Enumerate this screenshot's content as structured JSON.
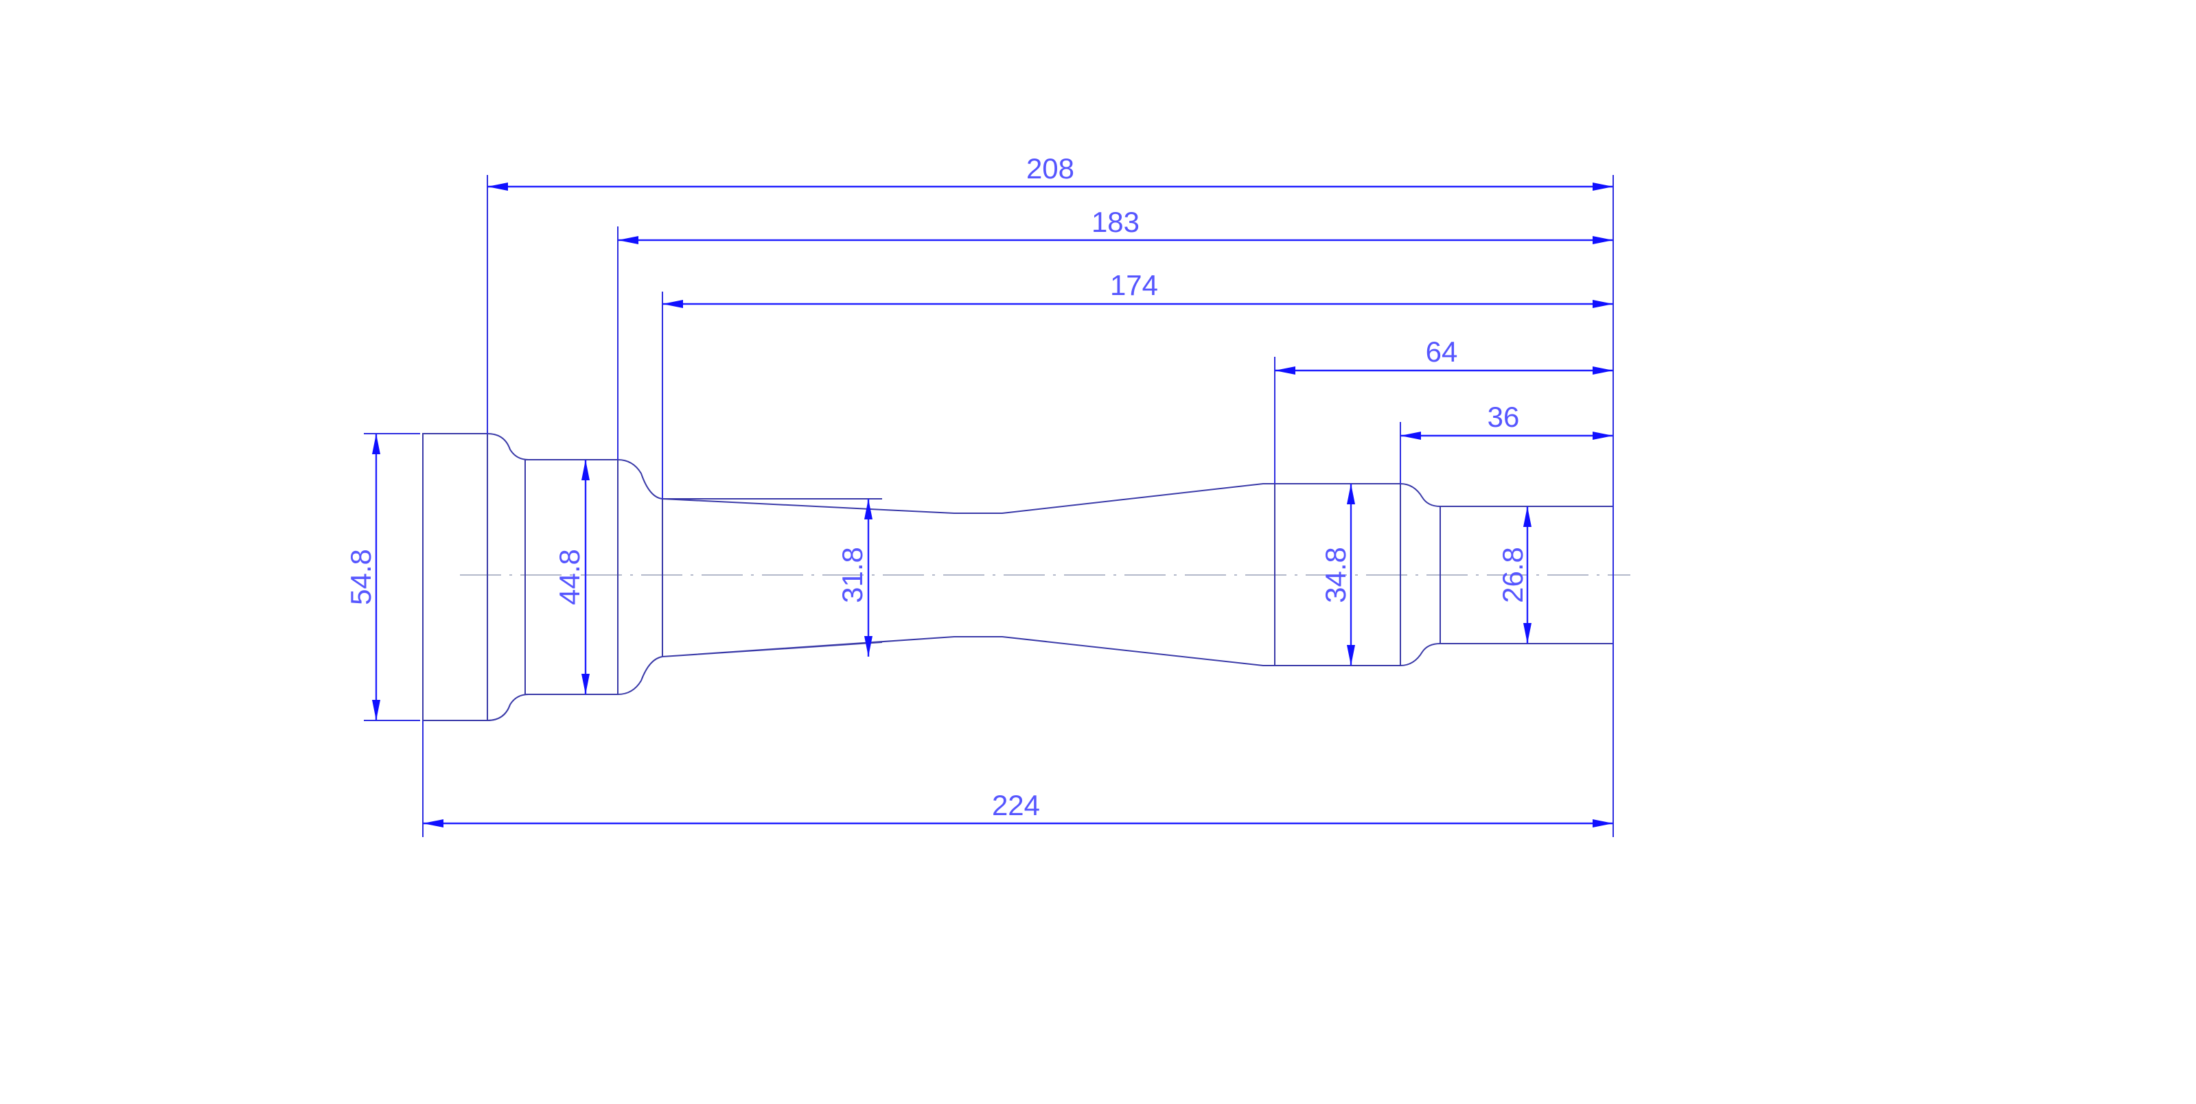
{
  "dimensions": {
    "overall_length": "224",
    "length_208": "208",
    "length_183": "183",
    "length_174": "174",
    "length_64": "64",
    "length_36": "36",
    "diameter_flange": "54.8",
    "diameter_collar": "44.8",
    "diameter_neck": "31.8",
    "diameter_seat": "34.8",
    "diameter_end": "26.8"
  },
  "colors": {
    "part_outline": "#3a3aa8",
    "dimension_lines": "#2020ff",
    "dimension_text": "#5656ff",
    "center_line": "#9aa0b8"
  }
}
